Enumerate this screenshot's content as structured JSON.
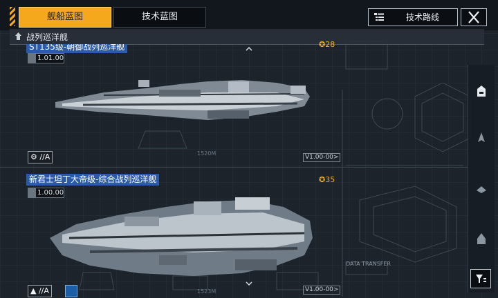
{
  "tabs": {
    "blueprint": "舰船蓝图",
    "tech_blueprint": "技术蓝图"
  },
  "header": {
    "tech_route": "技术路线"
  },
  "category": {
    "label": "战列巡洋舰"
  },
  "ships": [
    {
      "title": "ST135级-朝御战列巡洋舰",
      "stat": "1.01.00",
      "cost": "28",
      "rank": "//A",
      "version": "V1.00-00>"
    },
    {
      "title": "新君士坦丁大帝级-综合战列巡洋舰",
      "stat": "1.00.00",
      "cost": "35",
      "rank": "//A",
      "version": "V1.00-00>"
    }
  ],
  "background_text": {
    "data_transfer": "DATA TRANSFER",
    "dim_1": "1520M",
    "dim_2": "1523M"
  },
  "colors": {
    "accent": "#f5a81c",
    "title_bg": "#2a5aa8",
    "cost": "#f2b232",
    "bg": "#1c232b"
  }
}
